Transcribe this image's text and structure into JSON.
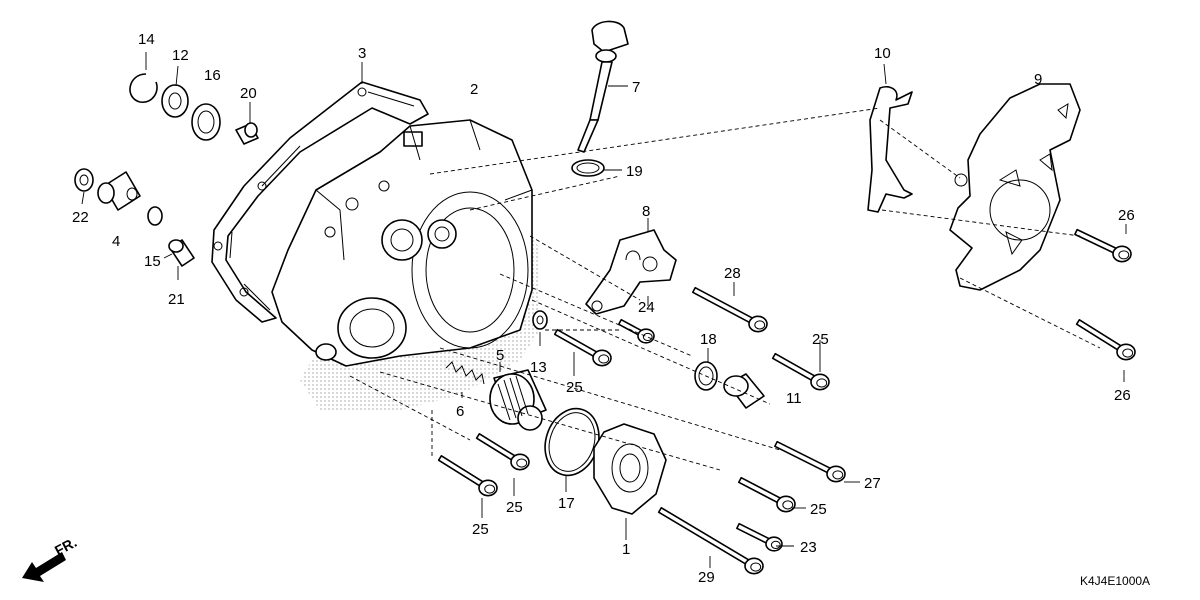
{
  "diagram": {
    "callouts": [
      {
        "id": "c14",
        "label": "14"
      },
      {
        "id": "c12",
        "label": "12"
      },
      {
        "id": "c16",
        "label": "16"
      },
      {
        "id": "c20",
        "label": "20"
      },
      {
        "id": "c3",
        "label": "3"
      },
      {
        "id": "c2",
        "label": "2"
      },
      {
        "id": "c7",
        "label": "7"
      },
      {
        "id": "c19",
        "label": "19"
      },
      {
        "id": "c22",
        "label": "22"
      },
      {
        "id": "c4",
        "label": "4"
      },
      {
        "id": "c15",
        "label": "15"
      },
      {
        "id": "c21",
        "label": "21"
      },
      {
        "id": "c8",
        "label": "8"
      },
      {
        "id": "c10",
        "label": "10"
      },
      {
        "id": "c9",
        "label": "9"
      },
      {
        "id": "c26a",
        "label": "26"
      },
      {
        "id": "c26b",
        "label": "26"
      },
      {
        "id": "c28",
        "label": "28"
      },
      {
        "id": "c24",
        "label": "24"
      },
      {
        "id": "c25a",
        "label": "25"
      },
      {
        "id": "c11",
        "label": "11"
      },
      {
        "id": "c18",
        "label": "18"
      },
      {
        "id": "c5",
        "label": "5"
      },
      {
        "id": "c13",
        "label": "13"
      },
      {
        "id": "c25b",
        "label": "25"
      },
      {
        "id": "c6",
        "label": "6"
      },
      {
        "id": "c17",
        "label": "17"
      },
      {
        "id": "c1",
        "label": "1"
      },
      {
        "id": "c25c",
        "label": "25"
      },
      {
        "id": "c25d",
        "label": "25"
      },
      {
        "id": "c25e",
        "label": "25"
      },
      {
        "id": "c27",
        "label": "27"
      },
      {
        "id": "c23",
        "label": "23"
      },
      {
        "id": "c29",
        "label": "29"
      }
    ],
    "front_marker": "FR.",
    "figure_code": "K4J4E1000A"
  }
}
